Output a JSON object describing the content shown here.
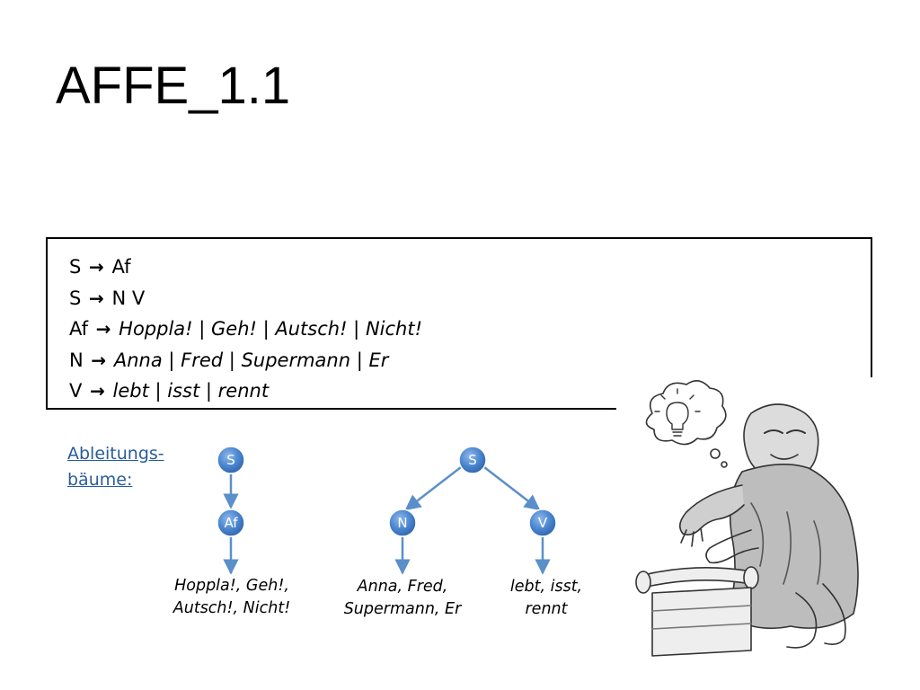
{
  "slide": {
    "title": "AFFE_1.1"
  },
  "grammar": {
    "arrow": "→",
    "rules": [
      {
        "lhs": "S",
        "rhs": [
          {
            "text": "Af",
            "italic": false
          }
        ]
      },
      {
        "lhs": "S",
        "rhs": [
          {
            "text": "N V",
            "italic": false
          }
        ]
      },
      {
        "lhs": "Af",
        "rhs": [
          {
            "text": "Hoppla!",
            "italic": true
          },
          {
            "text": " | ",
            "italic": false
          },
          {
            "text": "Geh!",
            "italic": true
          },
          {
            "text": " | ",
            "italic": false
          },
          {
            "text": "Autsch!",
            "italic": true
          },
          {
            "text": " | ",
            "italic": false
          },
          {
            "text": "Nicht!",
            "italic": true
          }
        ]
      },
      {
        "lhs": "N",
        "rhs": [
          {
            "text": "Anna",
            "italic": true
          },
          {
            "text": " | ",
            "italic": false
          },
          {
            "text": "Fred",
            "italic": true
          },
          {
            "text": " | ",
            "italic": false
          },
          {
            "text": "Supermann",
            "italic": true
          },
          {
            "text": " | ",
            "italic": false
          },
          {
            "text": "Er",
            "italic": true
          }
        ]
      },
      {
        "lhs": "V",
        "rhs": [
          {
            "text": "lebt",
            "italic": true
          },
          {
            "text": " | ",
            "italic": false
          },
          {
            "text": "isst",
            "italic": true
          },
          {
            "text": " | ",
            "italic": false
          },
          {
            "text": "rennt",
            "italic": true
          }
        ]
      }
    ]
  },
  "trees_label": {
    "line1": "Ableitungs-",
    "line2": "bäume:"
  },
  "trees": {
    "node_color": "#4a86d0",
    "edge_color": "#5b8fc9",
    "tree1": {
      "root": "S",
      "child": "Af",
      "leaf_line1": "Hoppla!, Geh!,",
      "leaf_line2": "Autsch!, Nicht!"
    },
    "tree2": {
      "root": "S",
      "left": "N",
      "right": "V",
      "left_leaf_line1": "Anna, Fred,",
      "left_leaf_line2": "Supermann, Er",
      "right_leaf_line1": "lebt, isst,",
      "right_leaf_line2": "rennt"
    }
  },
  "illustration": {
    "subject": "monkey-at-typewriter-sketch",
    "thought": "lightbulb-icon"
  }
}
